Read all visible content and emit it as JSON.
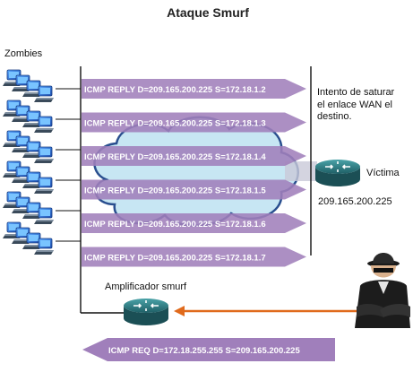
{
  "title": "Ataque Smurf",
  "zombies_label": "Zombies",
  "replies": [
    "ICMP REPLY D=209.165.200.225 S=172.18.1.2",
    "ICMP REPLY D=209.165.200.225 S=172.18.1.3",
    "ICMP REPLY D=209.165.200.225 S=172.18.1.4",
    "ICMP REPLY D=209.165.200.225 S=172.18.1.5",
    "ICMP REPLY D=209.165.200.225 S=172.18.1.6",
    "ICMP REPLY D=209.165.200.225 S=172.18.1.7"
  ],
  "note_lines": [
    "Intento de saturar",
    "el enlace WAN el",
    "destino."
  ],
  "victim_label": "Víctima",
  "victim_ip": "209.165.200.225",
  "amplifier_label": "Amplificador smurf",
  "request": "ICMP REQ D=172.18.255.255 S=209.165.200.225",
  "colors": {
    "arrow_fill": "#a07fbb",
    "cloud_fill": "#c7e6f3",
    "cloud_stroke": "#2a4f8f",
    "router": "#2e7f86",
    "attack_line": "#e06a1c"
  }
}
